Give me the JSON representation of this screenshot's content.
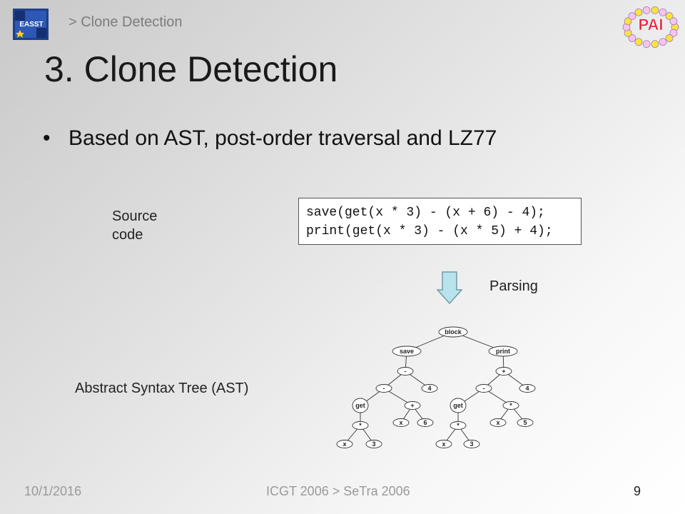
{
  "header": {
    "breadcrumb": "> Clone Detection",
    "logo_left_text": "EASST",
    "logo_right_text": "PAI"
  },
  "slide": {
    "title": "3. Clone Detection",
    "bullet": "Based on AST, post-order traversal and LZ77",
    "source_label": "Source code",
    "code_lines": [
      "save(get(x * 3) - (x + 6) - 4);",
      "print(get(x * 3) - (x * 5) + 4);"
    ],
    "parsing_label": "Parsing",
    "ast_label": "Abstract Syntax Tree (AST)"
  },
  "ast": {
    "root": "block",
    "left": {
      "call": "save",
      "minus_outer": "-",
      "minus_inner": "-",
      "four": "4",
      "get": "get",
      "plus": "+",
      "mul": "*",
      "x1": "x",
      "three": "3",
      "x2": "x",
      "six": "6"
    },
    "right": {
      "call": "print",
      "plus_outer": "+",
      "minus_inner": "-",
      "four": "4",
      "get": "get",
      "mul_a": "*",
      "mul_b": "*",
      "x1": "x",
      "three": "3",
      "x2": "x",
      "five": "5"
    }
  },
  "footer": {
    "date": "10/1/2016",
    "center": "ICGT 2006 > SeTra 2006",
    "page": "9"
  },
  "colors": {
    "arrow_fill": "#b9e3ec",
    "arrow_stroke": "#6f9aa6",
    "pai_text": "#e0203a",
    "pai_bead_1": "#ffe23a",
    "pai_bead_2": "#f7c5ea",
    "easst_blue": "#1f3f8a"
  }
}
